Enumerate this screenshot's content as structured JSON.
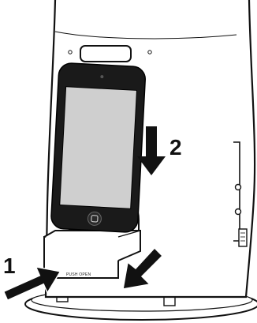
{
  "diagram": {
    "step_labels": {
      "step1": "1",
      "step2": "2"
    },
    "dock_label": "PUSH OPEN",
    "icons": {
      "speaker": "speaker-body-icon",
      "phone": "smartphone-icon",
      "home_button": "home-button-icon",
      "arrow_step1": "arrow-right-icon",
      "arrow_step2": "arrow-down-icon",
      "arrow_dock": "arrow-down-left-icon"
    },
    "colors": {
      "outline": "#111111",
      "screen": "#cfcfcf",
      "body_fill": "#ffffff",
      "arrow": "#111111"
    }
  }
}
